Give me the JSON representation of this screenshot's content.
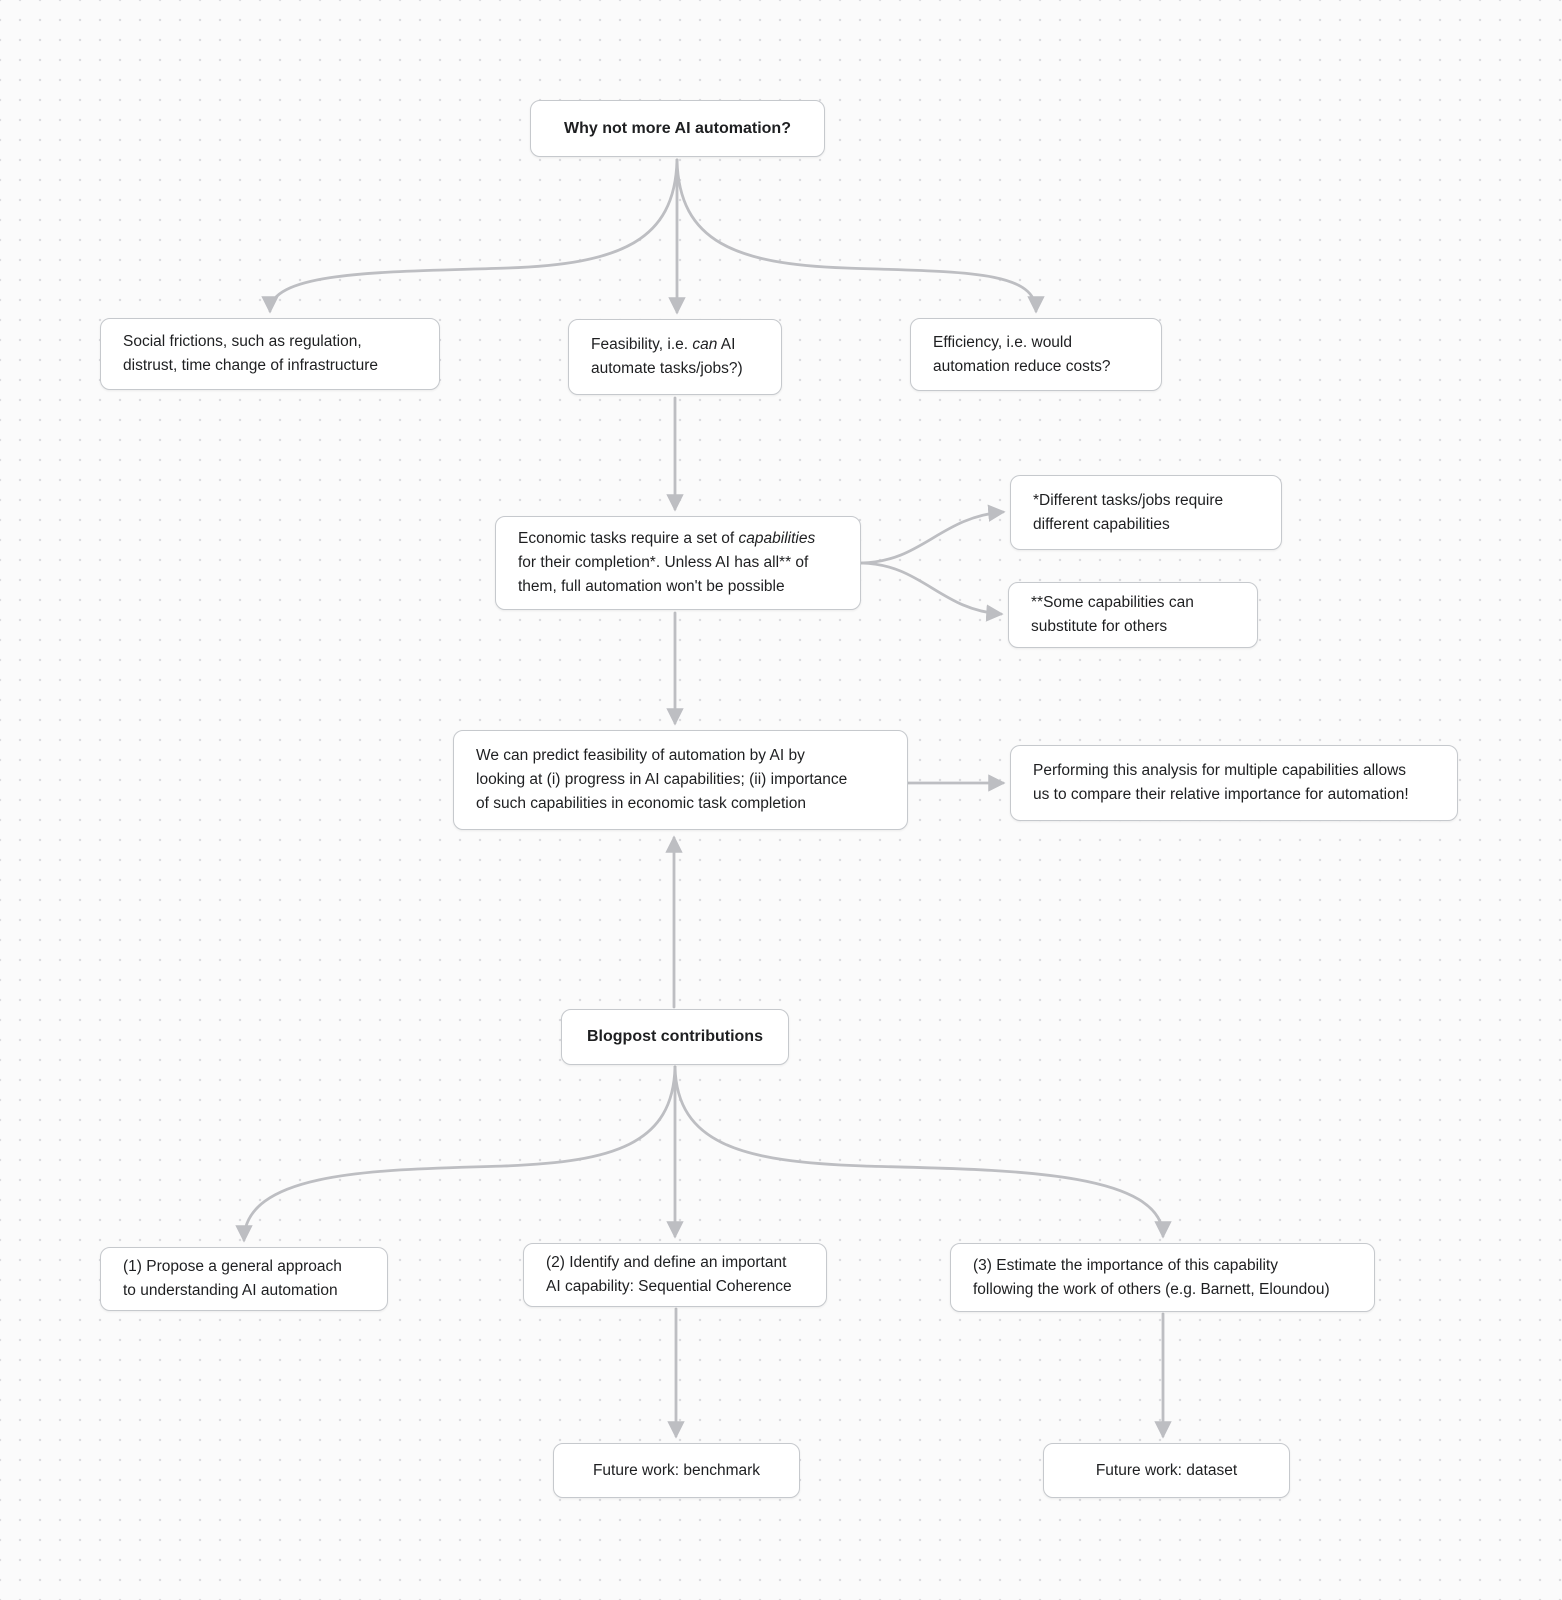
{
  "canvas": {
    "background": "#fbfbfb",
    "dot_color": "#dcdce0",
    "arrow_color": "#bdbec2",
    "box_border_color": "#c6c9cd",
    "box_background": "#ffffff",
    "text_color": "#1e1f21"
  },
  "nodes": {
    "root": {
      "lines": [
        [
          {
            "t": "Why not more AI automation?"
          }
        ]
      ]
    },
    "social": {
      "lines": [
        [
          {
            "t": "Social frictions, such as regulation,"
          }
        ],
        [
          {
            "t": "distrust, time change of infrastructure"
          }
        ]
      ]
    },
    "feasibility": {
      "lines": [
        [
          {
            "t": "Feasibility, i.e. "
          },
          {
            "t": "can",
            "i": true
          },
          {
            "t": " AI"
          }
        ],
        [
          {
            "t": "automate tasks/jobs?)"
          }
        ]
      ]
    },
    "efficiency": {
      "lines": [
        [
          {
            "t": "Efficiency, i.e. would"
          }
        ],
        [
          {
            "t": "automation reduce costs?"
          }
        ]
      ]
    },
    "economic": {
      "lines": [
        [
          {
            "t": "Economic tasks require a set of "
          },
          {
            "t": "capabilities",
            "i": true
          }
        ],
        [
          {
            "t": "for their completion*. Unless AI has all** of"
          }
        ],
        [
          {
            "t": "them, full automation won't be possible"
          }
        ]
      ]
    },
    "note_different": {
      "lines": [
        [
          {
            "t": "*Different tasks/jobs require"
          }
        ],
        [
          {
            "t": "different capabilities"
          }
        ]
      ]
    },
    "note_substitute": {
      "lines": [
        [
          {
            "t": "**Some capabilities can"
          }
        ],
        [
          {
            "t": "substitute for others"
          }
        ]
      ]
    },
    "predict": {
      "lines": [
        [
          {
            "t": "We can predict feasibility of automation by AI by"
          }
        ],
        [
          {
            "t": "looking at (i) progress in AI capabilities; (ii) importance"
          }
        ],
        [
          {
            "t": "of such capabilities in economic task completion"
          }
        ]
      ]
    },
    "performing": {
      "lines": [
        [
          {
            "t": "Performing this analysis for multiple capabilities allows"
          }
        ],
        [
          {
            "t": "us to compare their relative importance for automation!"
          }
        ]
      ]
    },
    "blogpost": {
      "lines": [
        [
          {
            "t": "Blogpost contributions"
          }
        ]
      ]
    },
    "contrib1": {
      "lines": [
        [
          {
            "t": "(1) Propose a general approach"
          }
        ],
        [
          {
            "t": "to understanding AI automation"
          }
        ]
      ]
    },
    "contrib2": {
      "lines": [
        [
          {
            "t": "(2) Identify and define an important"
          }
        ],
        [
          {
            "t": "AI capability: Sequential Coherence"
          }
        ]
      ]
    },
    "contrib3": {
      "lines": [
        [
          {
            "t": "(3) Estimate the importance of this capability"
          }
        ],
        [
          {
            "t": "following the work of others (e.g. Barnett, Eloundou)"
          }
        ]
      ]
    },
    "future_benchmark": {
      "lines": [
        [
          {
            "t": "Future work: benchmark"
          }
        ]
      ]
    },
    "future_dataset": {
      "lines": [
        [
          {
            "t": "Future work: dataset"
          }
        ]
      ]
    }
  }
}
